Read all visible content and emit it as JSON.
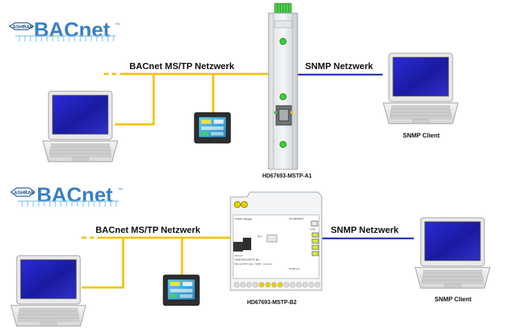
{
  "top": {
    "logo": {
      "ashrae": "ASHRAE",
      "word": "BACnet",
      "tm": "™"
    },
    "left_network_label": "BACnet MS/TP Netzwerk",
    "right_network_label": "SNMP Netzwerk",
    "device_label": "HD67693-MSTP-A1",
    "client_label": "SNMP Client"
  },
  "bottom": {
    "logo": {
      "ashrae": "ASHRAE",
      "word": "BACnet",
      "tm": "™"
    },
    "left_network_label": "BACnet MS/TP Netzwerk",
    "right_network_label": "SNMP Netzwerk",
    "device_label": "HD67693-MSTP-B2",
    "client_label": "SNMP Client",
    "device_panel": {
      "brand": "ADFweb",
      "model": "HD67693-MSTP-B2",
      "subtitle": "BACnet MSTP slave / SNMP - Converter",
      "power_supply": "Power Supply",
      "ethernet": "ETHERNET",
      "leds": "LED",
      "port": "RS485 port",
      "qn": "Q.n."
    }
  },
  "colors": {
    "bacnet_line": "#f2c200",
    "snmp_line": "#1f2fa8",
    "bacnet_blue": "#3a7fc4",
    "screen_blue": "#1e1ea8"
  }
}
